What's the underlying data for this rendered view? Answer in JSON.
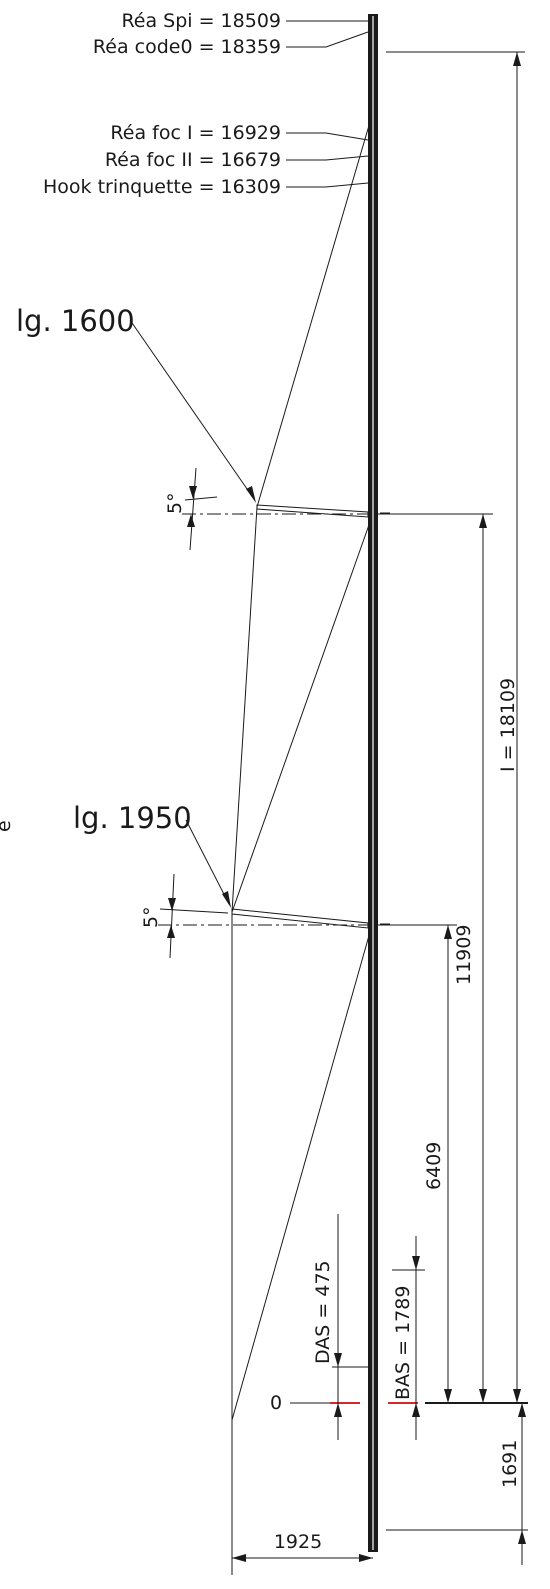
{
  "top_labels": {
    "rea_spi": "Réa Spi = 18509",
    "rea_code0": "Réa code0 = 18359",
    "rea_foc1": "Réa foc I = 16929",
    "rea_foc2": "Réa foc II = 16679",
    "hook_trinquette": "Hook trinquette = 16309"
  },
  "spreaders": {
    "upper_length": "lg. 1600",
    "lower_length": "lg. 1950",
    "upper_angle": "5°",
    "lower_angle": "5°"
  },
  "dimensions": {
    "I": "I = 18109",
    "spreader2_height": "11909",
    "spreader1_height": "6409",
    "das": "DAS = 475",
    "bas": "BAS = 1789",
    "zero": "0",
    "below_deck": "1691",
    "chainplate_offset": "1925"
  },
  "margin_mark": "e"
}
